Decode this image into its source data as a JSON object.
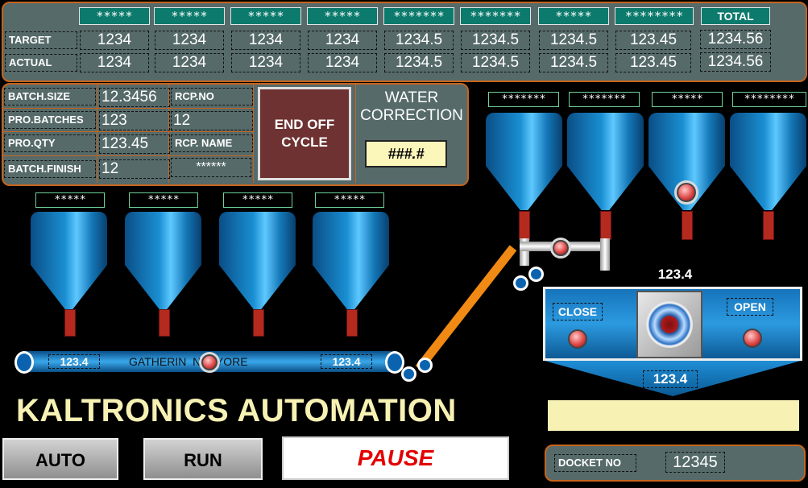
{
  "header": {
    "columns": [
      "*****",
      "*****",
      "*****",
      "*****",
      "*******",
      "*******",
      "*****",
      "********"
    ],
    "total_label": "TOTAL",
    "rows": [
      {
        "label": "TARGET",
        "values": [
          "1234",
          "1234",
          "1234",
          "1234",
          "1234.5",
          "1234.5",
          "1234.5",
          "123.45"
        ],
        "total": "1234.56"
      },
      {
        "label": "ACTUAL",
        "values": [
          "1234",
          "1234",
          "1234",
          "1234",
          "1234.5",
          "1234.5",
          "1234.5",
          "123.45"
        ],
        "total": "1234.56"
      }
    ]
  },
  "batch": {
    "batch_size_label": "BATCH.SIZE",
    "batch_size": "12.3456",
    "pro_batches_label": "PRO.BATCHES",
    "pro_batches": "123",
    "pro_qty_label": "PRO.QTY",
    "pro_qty": "123.45",
    "batch_finish_label": "BATCH.FINISH",
    "batch_finish": "12",
    "rcp_no_label": "RCP.NO",
    "rcp_no": "12",
    "rcp_name_label": "RCP. NAME",
    "rcp_name": "******",
    "end_cycle_label": "END OFF CYCLE"
  },
  "water": {
    "label": "WATER CORRECTION",
    "value": "###.#"
  },
  "silos_left": [
    "*****",
    "*****",
    "*****",
    "*****"
  ],
  "silos_right": [
    "*******",
    "*******",
    "*****",
    "********"
  ],
  "conveyor": {
    "left_value": "123.4",
    "right_value": "123.4",
    "label": "GATHERIN  NVEYORE"
  },
  "mixer": {
    "top_value": "123.4",
    "bottom_value": "123.4",
    "close_label": "CLOSE",
    "open_label": "OPEN"
  },
  "brand": "KALTRONICS AUTOMATION",
  "buttons": {
    "auto": "AUTO",
    "run": "RUN",
    "pause": "PAUSE"
  },
  "docket": {
    "label": "DOCKET NO",
    "value": "12345"
  },
  "colors": {
    "panel": "#566a6a",
    "border": "#c6641e",
    "brand_text": "#f7f2b4",
    "pause_text": "#e30000"
  }
}
